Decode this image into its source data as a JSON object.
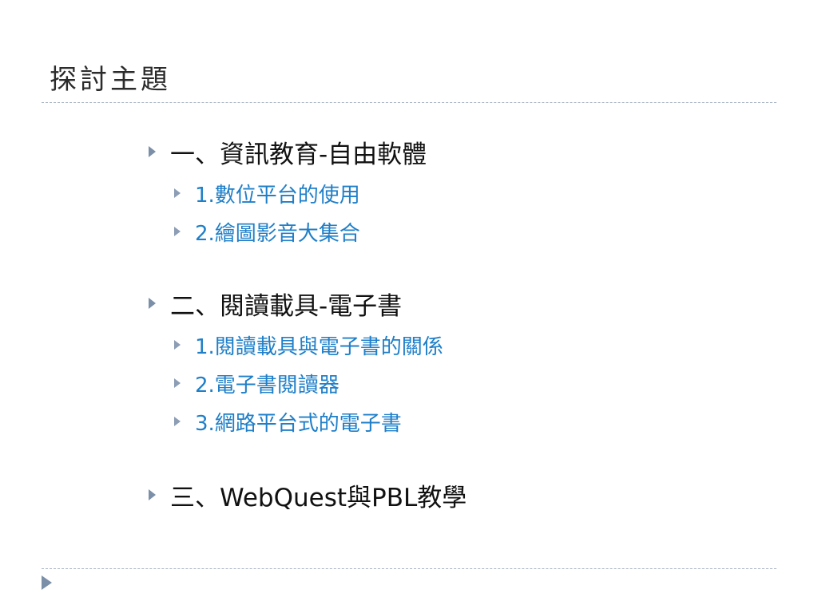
{
  "slide": {
    "title": "探討主題",
    "sections": [
      {
        "heading": "一、資訊教育-自由軟體",
        "items": [
          "1.數位平台的使用",
          "2.繪圖影音大集合"
        ]
      },
      {
        "heading": "二、閱讀載具-電子書",
        "items": [
          "1.閱讀載具與電子書的關係",
          "2.電子書閱讀器",
          "3.網路平台式的電子書"
        ]
      },
      {
        "heading": "三、WebQuest與PBL教學",
        "items": []
      }
    ]
  },
  "icons": {
    "bullet": "triangle-right-icon",
    "nav": "play-arrow-icon"
  },
  "colors": {
    "heading_text": "#111111",
    "sub_text": "#1f7fc8",
    "bullet": "#7c8fa8",
    "rule": "#a8b4c4"
  }
}
